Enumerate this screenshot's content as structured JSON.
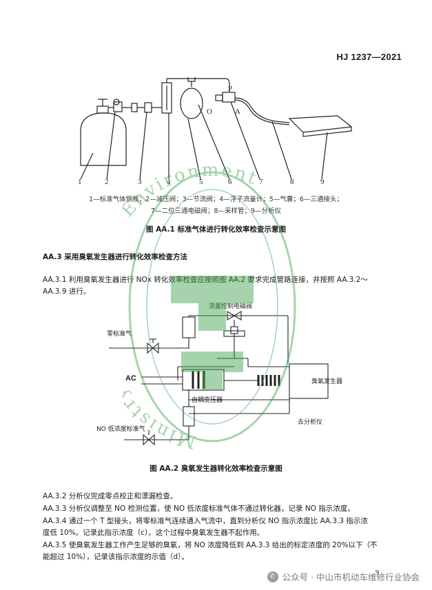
{
  "header": {
    "standard_code": "HJ 1237—2021"
  },
  "figure1": {
    "labels": {
      "P": "P",
      "O": "O",
      "A": "A"
    },
    "numbers": [
      "1",
      "2",
      "3",
      "4",
      "5",
      "6",
      "7",
      "8",
      "9"
    ],
    "legend_line1": "1—标准气体钢瓶；2—减压阀；3—节流阀；4—浮子流量计；5—气囊；6—三通接头；",
    "legend_line2": "7—二位三通电磁阀；8—采样管；9—分析仪",
    "caption": "图 AA.1   标准气体进行转化效率检查示意图"
  },
  "section_aa3": {
    "title": "AA.3   采用臭氧发生器进行转化效率检查方法"
  },
  "para_aa31": {
    "line1": "AA.3.1    利用臭氧发生器进行 NOx 转化效率检查应按照图 AA.2 要求完成管路连接，并按照 AA.3.2～",
    "line2": "AA.3.9 进行。"
  },
  "figure2": {
    "labels": {
      "flow_valve": "流量控制电磁阀",
      "zero_gas": "零标准气",
      "ac": "AC",
      "ozone_gen": "臭氧发生器",
      "transformer": "自耦变压器",
      "to_analyzer": "去分析仪",
      "no_low_gas": "NO 低浓度标准气"
    },
    "caption": "图 AA.2   臭氧发生器转化效率检查示意图"
  },
  "paragraphs": {
    "aa32": "AA.3.2    分析仪完成零点校正和漂漏检查。",
    "aa33": "AA.3.3    分析仪调整至 NO 检测位置，使 NO 低浓度标准气体不通过转化器，记录 NO 指示浓度。",
    "aa34_l1": "AA.3.4    通过一个 T 型接头，将零标准气连续通入气流中，直到分析仪 NO 指示浓度比 AA.3.3 指示浓",
    "aa34_l2": "度低 10%。记录此指示浓度（c）。这个过程中臭氧发生器不起作用。",
    "aa35_l1": "AA.3.5    使臭氧发生器工作产生足够的臭氧，将 NO 浓度降低到 AA.3.3 给出的标定浓度的 20%以下（不",
    "aa35_l2": "能超过 10%），记录该指示浓度的示值（d）。"
  },
  "footer": {
    "wechat_label": "公众号 · 中山市机动车维修行业协会",
    "page_number": "9"
  },
  "watermark": {
    "text": "Ministry of Ecology and Environment"
  },
  "colors": {
    "watermark_green": "#3aa24a",
    "text": "#1a1a1a",
    "footer_gray": "#7a7a7a"
  }
}
